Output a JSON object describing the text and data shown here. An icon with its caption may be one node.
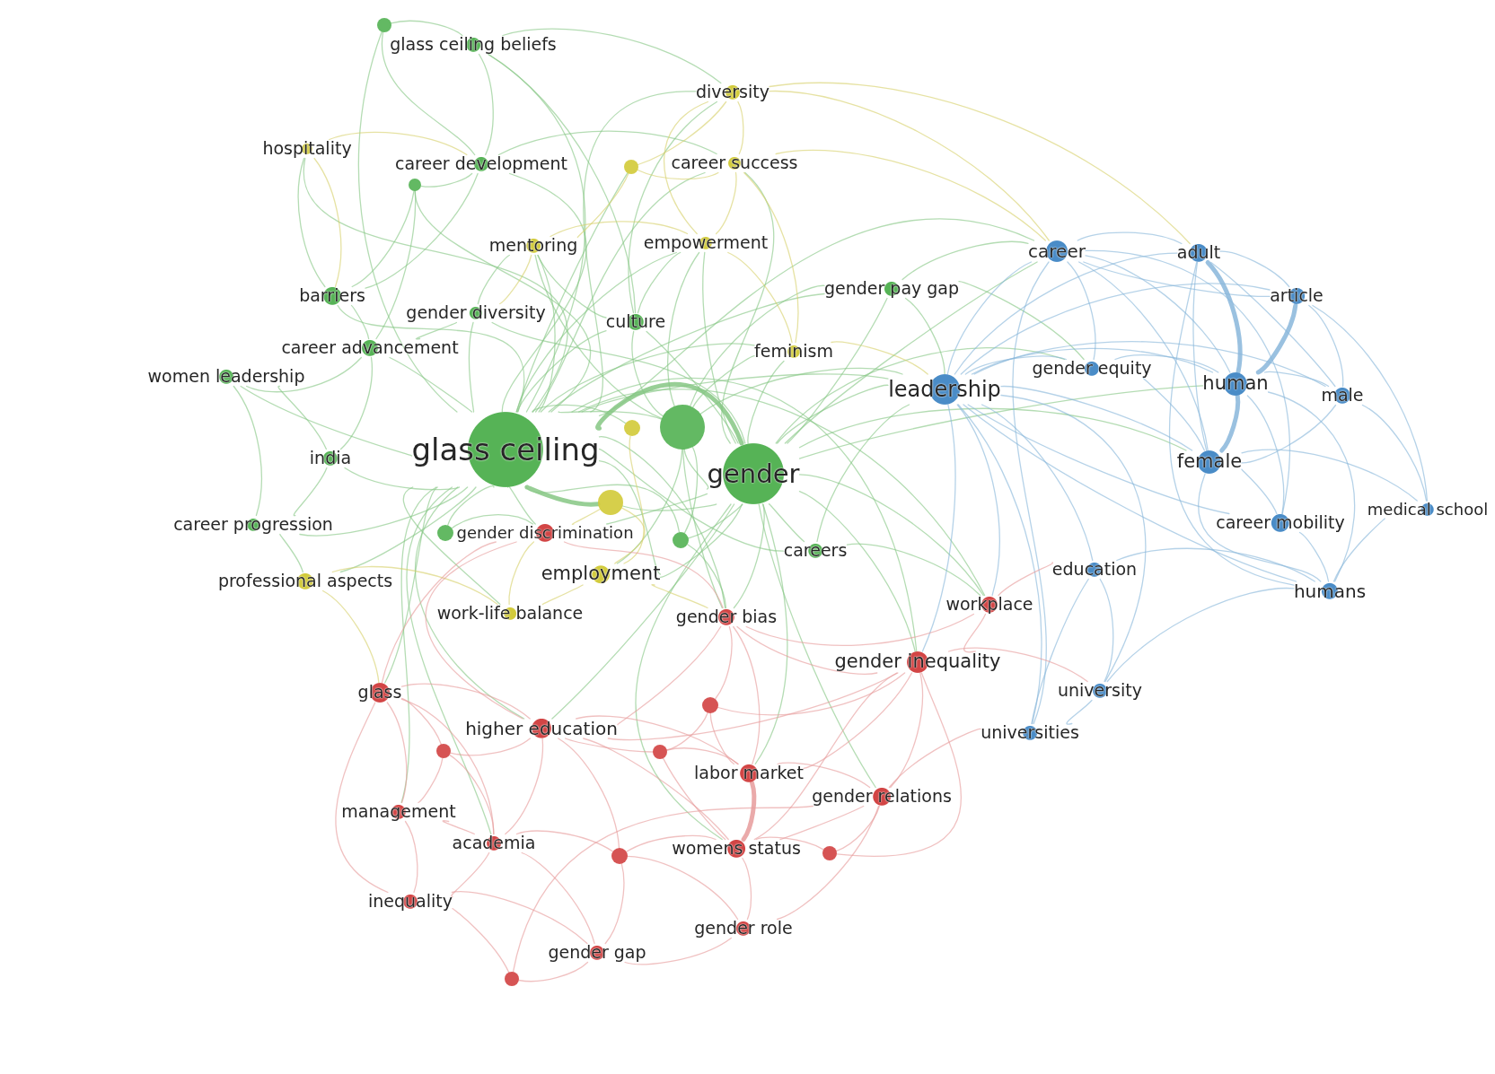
{
  "diagram": {
    "nodes": [
      {
        "text": [],
        "shape": "circle"
      },
      {
        "text": [
          "glass ceiling beliefs"
        ]
      },
      {
        "text": [
          "diversity"
        ]
      },
      {
        "text": [
          "hospitality"
        ]
      },
      {
        "text": [
          "career development"
        ]
      },
      {
        "text": [],
        "shape": "circle"
      },
      {
        "text": [
          "career success"
        ]
      },
      {
        "text": [],
        "shape": "circle"
      },
      {
        "text": [
          "mentoring"
        ]
      },
      {
        "text": [
          "empowerment"
        ]
      },
      {
        "text": [
          "career"
        ]
      },
      {
        "text": [
          "adult"
        ]
      },
      {
        "text": [
          "gender pay gap"
        ]
      },
      {
        "text": [
          "barriers"
        ]
      },
      {
        "text": [
          "article"
        ]
      },
      {
        "text": [
          "gender diversity"
        ]
      },
      {
        "text": [
          "culture"
        ]
      },
      {
        "text": [
          "career advancement"
        ]
      },
      {
        "text": [
          "feminism"
        ]
      },
      {
        "text": [
          "gender equity"
        ]
      },
      {
        "text": [
          "women leadership"
        ]
      },
      {
        "text": [
          "leadership"
        ]
      },
      {
        "text": [
          "human"
        ]
      },
      {
        "text": [
          "male"
        ]
      },
      {
        "text": [],
        "shape": "circle"
      },
      {
        "text": [],
        "shape": "circle"
      },
      {
        "text": [
          "glass ceiling"
        ]
      },
      {
        "text": [
          "india"
        ]
      },
      {
        "text": [
          "female"
        ]
      },
      {
        "text": [
          "gender"
        ]
      },
      {
        "text": [],
        "shape": "circle"
      },
      {
        "text": [
          "medical school"
        ]
      },
      {
        "text": [
          "career progression"
        ]
      },
      {
        "text": [
          "career mobility"
        ]
      },
      {
        "text": [],
        "shape": "circle"
      },
      {
        "text": [
          "gender discrimination"
        ]
      },
      {
        "text": [],
        "shape": "circle"
      },
      {
        "text": [
          "careers"
        ]
      },
      {
        "text": [
          "employment"
        ]
      },
      {
        "text": [
          "education"
        ]
      },
      {
        "text": [
          "professional aspects"
        ]
      },
      {
        "text": [
          "humans"
        ]
      },
      {
        "text": [
          "workplace"
        ]
      },
      {
        "text": [
          "work-life balance"
        ]
      },
      {
        "text": [
          "gender bias"
        ]
      },
      {
        "text": [
          "gender inequality"
        ]
      },
      {
        "text": [
          "glass"
        ]
      },
      {
        "text": [],
        "shape": "circle"
      },
      {
        "text": [
          "university"
        ]
      },
      {
        "text": [
          "higher education"
        ]
      },
      {
        "text": [
          "universities"
        ]
      },
      {
        "text": [],
        "shape": "circle"
      },
      {
        "text": [],
        "shape": "circle"
      },
      {
        "text": [
          "labor market"
        ]
      },
      {
        "text": [
          "gender relations"
        ]
      },
      {
        "text": [
          "management"
        ]
      },
      {
        "text": [
          "academia"
        ]
      },
      {
        "text": [],
        "shape": "circle"
      },
      {
        "text": [
          "womens status"
        ]
      },
      {
        "text": [],
        "shape": "circle"
      },
      {
        "text": [
          "inequality"
        ]
      },
      {
        "text": [
          "gender role"
        ]
      },
      {
        "text": [
          "gender gap"
        ]
      },
      {
        "text": [],
        "shape": "circle"
      }
    ],
    "edges": [
      {
        "from": 26,
        "to": 1,
        "arrow": "none"
      },
      {
        "from": 26,
        "to": 4,
        "arrow": "none"
      },
      {
        "from": 26,
        "to": 7,
        "arrow": "none"
      },
      {
        "from": 26,
        "to": 13,
        "arrow": "none"
      },
      {
        "from": 26,
        "to": 15,
        "arrow": "none"
      },
      {
        "from": 26,
        "to": 16,
        "arrow": "none"
      },
      {
        "from": 26,
        "to": 17,
        "arrow": "none"
      },
      {
        "from": 26,
        "to": 20,
        "arrow": "none"
      },
      {
        "from": 26,
        "to": 27,
        "arrow": "none"
      },
      {
        "from": 26,
        "to": 32,
        "arrow": "none"
      },
      {
        "from": 26,
        "to": 34,
        "arrow": "none"
      },
      {
        "from": 26,
        "to": 12,
        "arrow": "none"
      },
      {
        "from": 26,
        "to": 25,
        "arrow": "none"
      },
      {
        "from": 26,
        "to": 29,
        "arrow": "none",
        "style": "thick"
      },
      {
        "from": 26,
        "to": 0,
        "arrow": "none"
      },
      {
        "from": 26,
        "to": 37,
        "arrow": "none"
      },
      {
        "from": 26,
        "to": 36,
        "arrow": "none"
      },
      {
        "from": 26,
        "to": 2,
        "arrow": "none"
      },
      {
        "from": 26,
        "to": 3,
        "arrow": "none"
      },
      {
        "from": 26,
        "to": 5,
        "arrow": "none"
      },
      {
        "from": 26,
        "to": 6,
        "arrow": "none"
      },
      {
        "from": 26,
        "to": 8,
        "arrow": "none"
      },
      {
        "from": 26,
        "to": 9,
        "arrow": "none"
      },
      {
        "from": 26,
        "to": 18,
        "arrow": "none"
      },
      {
        "from": 26,
        "to": 24,
        "arrow": "none"
      },
      {
        "from": 26,
        "to": 30,
        "arrow": "none",
        "style": "thick"
      },
      {
        "from": 26,
        "to": 38,
        "arrow": "none"
      },
      {
        "from": 26,
        "to": 40,
        "arrow": "none"
      },
      {
        "from": 26,
        "to": 43,
        "arrow": "none"
      },
      {
        "from": 26,
        "to": 35,
        "arrow": "none"
      },
      {
        "from": 26,
        "to": 44,
        "arrow": "none"
      },
      {
        "from": 26,
        "to": 46,
        "arrow": "none"
      },
      {
        "from": 26,
        "to": 49,
        "arrow": "none"
      },
      {
        "from": 26,
        "to": 42,
        "arrow": "none"
      },
      {
        "from": 26,
        "to": 45,
        "arrow": "none"
      },
      {
        "from": 26,
        "to": 55,
        "arrow": "none"
      },
      {
        "from": 26,
        "to": 56,
        "arrow": "none"
      },
      {
        "from": 26,
        "to": 21,
        "arrow": "none"
      },
      {
        "from": 26,
        "to": 10,
        "arrow": "none"
      },
      {
        "from": 29,
        "to": 25,
        "arrow": "none"
      },
      {
        "from": 29,
        "to": 16,
        "arrow": "none"
      },
      {
        "from": 29,
        "to": 12,
        "arrow": "none"
      },
      {
        "from": 29,
        "to": 37,
        "arrow": "none"
      },
      {
        "from": 29,
        "to": 36,
        "arrow": "none"
      },
      {
        "from": 29,
        "to": 15,
        "arrow": "none"
      },
      {
        "from": 29,
        "to": 21,
        "arrow": "none"
      },
      {
        "from": 29,
        "to": 10,
        "arrow": "none"
      },
      {
        "from": 29,
        "to": 22,
        "arrow": "none"
      },
      {
        "from": 29,
        "to": 28,
        "arrow": "none"
      },
      {
        "from": 29,
        "to": 19,
        "arrow": "none"
      },
      {
        "from": 29,
        "to": 42,
        "arrow": "none"
      },
      {
        "from": 29,
        "to": 45,
        "arrow": "none"
      },
      {
        "from": 29,
        "to": 44,
        "arrow": "none"
      },
      {
        "from": 29,
        "to": 35,
        "arrow": "none"
      },
      {
        "from": 29,
        "to": 53,
        "arrow": "none"
      },
      {
        "from": 29,
        "to": 58,
        "arrow": "none"
      },
      {
        "from": 29,
        "to": 54,
        "arrow": "none"
      },
      {
        "from": 29,
        "to": 49,
        "arrow": "none"
      },
      {
        "from": 29,
        "to": 38,
        "arrow": "none"
      },
      {
        "from": 29,
        "to": 30,
        "arrow": "none"
      },
      {
        "from": 29,
        "to": 9,
        "arrow": "none"
      },
      {
        "from": 29,
        "to": 18,
        "arrow": "none"
      },
      {
        "from": 29,
        "to": 6,
        "arrow": "none"
      },
      {
        "from": 25,
        "to": 16,
        "arrow": "none"
      },
      {
        "from": 25,
        "to": 21,
        "arrow": "none"
      },
      {
        "from": 25,
        "to": 8,
        "arrow": "none"
      },
      {
        "from": 25,
        "to": 9,
        "arrow": "none"
      },
      {
        "from": 25,
        "to": 18,
        "arrow": "none"
      },
      {
        "from": 25,
        "to": 38,
        "arrow": "none"
      },
      {
        "from": 25,
        "to": 44,
        "arrow": "none"
      },
      {
        "from": 25,
        "to": 36,
        "arrow": "none"
      },
      {
        "from": 25,
        "to": 12,
        "arrow": "none"
      },
      {
        "from": 0,
        "to": 1,
        "arrow": "none"
      },
      {
        "from": 0,
        "to": 4,
        "arrow": "none"
      },
      {
        "from": 1,
        "to": 4,
        "arrow": "none"
      },
      {
        "from": 1,
        "to": 16,
        "arrow": "none"
      },
      {
        "from": 4,
        "to": 7,
        "arrow": "none"
      },
      {
        "from": 4,
        "to": 13,
        "arrow": "none"
      },
      {
        "from": 7,
        "to": 13,
        "arrow": "none"
      },
      {
        "from": 7,
        "to": 17,
        "arrow": "none"
      },
      {
        "from": 13,
        "to": 17,
        "arrow": "none"
      },
      {
        "from": 17,
        "to": 27,
        "arrow": "none"
      },
      {
        "from": 17,
        "to": 20,
        "arrow": "none"
      },
      {
        "from": 20,
        "to": 27,
        "arrow": "none"
      },
      {
        "from": 27,
        "to": 32,
        "arrow": "none"
      },
      {
        "from": 20,
        "to": 32,
        "arrow": "none"
      },
      {
        "from": 32,
        "to": 40,
        "arrow": "none"
      },
      {
        "from": 13,
        "to": 3,
        "arrow": "none"
      },
      {
        "from": 16,
        "to": 8,
        "arrow": "none"
      },
      {
        "from": 16,
        "to": 9,
        "arrow": "none"
      },
      {
        "from": 12,
        "to": 21,
        "arrow": "none"
      },
      {
        "from": 12,
        "to": 10,
        "arrow": "none"
      },
      {
        "from": 12,
        "to": 19,
        "arrow": "none"
      },
      {
        "from": 37,
        "to": 21,
        "arrow": "none"
      },
      {
        "from": 37,
        "to": 42,
        "arrow": "none"
      },
      {
        "from": 34,
        "to": 35,
        "arrow": "none"
      },
      {
        "from": 36,
        "to": 44,
        "arrow": "none"
      },
      {
        "from": 15,
        "to": 8,
        "arrow": "none"
      },
      {
        "from": 15,
        "to": 17,
        "arrow": "none"
      },
      {
        "from": 16,
        "to": 2,
        "arrow": "none"
      },
      {
        "from": 1,
        "to": 2,
        "arrow": "none"
      },
      {
        "from": 4,
        "to": 6,
        "arrow": "none"
      },
      {
        "from": 2,
        "to": 6,
        "arrow": "none",
        "color": "#d6d16a"
      },
      {
        "from": 2,
        "to": 5,
        "arrow": "none",
        "color": "#d6d16a"
      },
      {
        "from": 2,
        "to": 9,
        "arrow": "none",
        "color": "#d6d16a"
      },
      {
        "from": 2,
        "to": 10,
        "arrow": "none",
        "color": "#d6d16a"
      },
      {
        "from": 2,
        "to": 11,
        "arrow": "none",
        "color": "#d6d16a"
      },
      {
        "from": 6,
        "to": 5,
        "arrow": "none",
        "color": "#d6d16a"
      },
      {
        "from": 6,
        "to": 9,
        "arrow": "none",
        "color": "#d6d16a"
      },
      {
        "from": 6,
        "to": 18,
        "arrow": "none",
        "color": "#d6d16a"
      },
      {
        "from": 5,
        "to": 8,
        "arrow": "none",
        "color": "#d6d16a"
      },
      {
        "from": 8,
        "to": 9,
        "arrow": "none",
        "color": "#d6d16a"
      },
      {
        "from": 3,
        "to": 13,
        "arrow": "none",
        "color": "#d6d16a"
      },
      {
        "from": 3,
        "to": 4,
        "arrow": "none",
        "color": "#d6d16a"
      },
      {
        "from": 9,
        "to": 18,
        "arrow": "none",
        "color": "#d6d16a"
      },
      {
        "from": 18,
        "to": 21,
        "arrow": "none",
        "color": "#d6d16a"
      },
      {
        "from": 38,
        "to": 30,
        "arrow": "none",
        "color": "#d6d16a"
      },
      {
        "from": 38,
        "to": 43,
        "arrow": "none",
        "color": "#d6d16a"
      },
      {
        "from": 38,
        "to": 24,
        "arrow": "none",
        "color": "#d6d16a"
      },
      {
        "from": 40,
        "to": 43,
        "arrow": "none",
        "color": "#d6d16a"
      },
      {
        "from": 40,
        "to": 46,
        "arrow": "none",
        "color": "#d6d16a"
      },
      {
        "from": 43,
        "to": 35,
        "arrow": "none",
        "color": "#d6d16a"
      },
      {
        "from": 38,
        "to": 44,
        "arrow": "none",
        "color": "#d6d16a"
      },
      {
        "from": 30,
        "to": 35,
        "arrow": "none",
        "color": "#d6d16a"
      },
      {
        "from": 8,
        "to": 15,
        "arrow": "none",
        "color": "#d6d16a"
      },
      {
        "from": 6,
        "to": 10,
        "arrow": "none",
        "color": "#d6d16a"
      },
      {
        "from": 21,
        "to": 10,
        "arrow": "none",
        "color": "#88b6da"
      },
      {
        "from": 21,
        "to": 11,
        "arrow": "none",
        "color": "#88b6da"
      },
      {
        "from": 21,
        "to": 14,
        "arrow": "none",
        "color": "#88b6da"
      },
      {
        "from": 21,
        "to": 19,
        "arrow": "none",
        "color": "#88b6da"
      },
      {
        "from": 21,
        "to": 22,
        "arrow": "none",
        "color": "#88b6da"
      },
      {
        "from": 21,
        "to": 23,
        "arrow": "none",
        "color": "#88b6da"
      },
      {
        "from": 21,
        "to": 28,
        "arrow": "none",
        "color": "#88b6da"
      },
      {
        "from": 21,
        "to": 33,
        "arrow": "none",
        "color": "#88b6da"
      },
      {
        "from": 21,
        "to": 39,
        "arrow": "none",
        "color": "#88b6da"
      },
      {
        "from": 21,
        "to": 41,
        "arrow": "none",
        "color": "#88b6da"
      },
      {
        "from": 21,
        "to": 48,
        "arrow": "none",
        "color": "#88b6da"
      },
      {
        "from": 21,
        "to": 50,
        "arrow": "none",
        "color": "#88b6da"
      },
      {
        "from": 21,
        "to": 45,
        "arrow": "none",
        "color": "#88b6da"
      },
      {
        "from": 10,
        "to": 11,
        "arrow": "none",
        "color": "#88b6da"
      },
      {
        "from": 10,
        "to": 14,
        "arrow": "none",
        "color": "#88b6da"
      },
      {
        "from": 10,
        "to": 19,
        "arrow": "none",
        "color": "#88b6da"
      },
      {
        "from": 10,
        "to": 22,
        "arrow": "none",
        "color": "#88b6da"
      },
      {
        "from": 10,
        "to": 28,
        "arrow": "none",
        "color": "#88b6da"
      },
      {
        "from": 10,
        "to": 33,
        "arrow": "none",
        "color": "#88b6da"
      },
      {
        "from": 11,
        "to": 14,
        "arrow": "none",
        "color": "#88b6da"
      },
      {
        "from": 11,
        "to": 22,
        "arrow": "none",
        "color": "#88b6da",
        "style": "thick"
      },
      {
        "from": 11,
        "to": 23,
        "arrow": "none",
        "color": "#88b6da"
      },
      {
        "from": 11,
        "to": 28,
        "arrow": "none",
        "color": "#88b6da"
      },
      {
        "from": 14,
        "to": 22,
        "arrow": "none",
        "color": "#88b6da",
        "style": "thick"
      },
      {
        "from": 14,
        "to": 23,
        "arrow": "none",
        "color": "#88b6da"
      },
      {
        "from": 14,
        "to": 31,
        "arrow": "none",
        "color": "#88b6da"
      },
      {
        "from": 22,
        "to": 23,
        "arrow": "none",
        "color": "#88b6da"
      },
      {
        "from": 22,
        "to": 28,
        "arrow": "none",
        "color": "#88b6da",
        "style": "thick"
      },
      {
        "from": 22,
        "to": 33,
        "arrow": "none",
        "color": "#88b6da"
      },
      {
        "from": 22,
        "to": 41,
        "arrow": "none",
        "color": "#88b6da"
      },
      {
        "from": 23,
        "to": 28,
        "arrow": "none",
        "color": "#88b6da"
      },
      {
        "from": 23,
        "to": 31,
        "arrow": "none",
        "color": "#88b6da"
      },
      {
        "from": 28,
        "to": 33,
        "arrow": "none",
        "color": "#88b6da"
      },
      {
        "from": 28,
        "to": 41,
        "arrow": "none",
        "color": "#88b6da"
      },
      {
        "from": 28,
        "to": 31,
        "arrow": "none",
        "color": "#88b6da"
      },
      {
        "from": 33,
        "to": 41,
        "arrow": "none",
        "color": "#88b6da"
      },
      {
        "from": 41,
        "to": 31,
        "arrow": "none",
        "color": "#88b6da"
      },
      {
        "from": 19,
        "to": 22,
        "arrow": "none",
        "color": "#88b6da"
      },
      {
        "from": 19,
        "to": 28,
        "arrow": "none",
        "color": "#88b6da"
      },
      {
        "from": 39,
        "to": 48,
        "arrow": "none",
        "color": "#88b6da"
      },
      {
        "from": 39,
        "to": 50,
        "arrow": "none",
        "color": "#88b6da"
      },
      {
        "from": 48,
        "to": 50,
        "arrow": "none",
        "color": "#88b6da"
      },
      {
        "from": 39,
        "to": 41,
        "arrow": "none",
        "color": "#88b6da"
      },
      {
        "from": 48,
        "to": 41,
        "arrow": "none",
        "color": "#88b6da"
      },
      {
        "from": 10,
        "to": 50,
        "arrow": "none",
        "color": "#88b6da"
      },
      {
        "from": 11,
        "to": 41,
        "arrow": "none",
        "color": "#88b6da"
      },
      {
        "from": 21,
        "to": 42,
        "arrow": "none",
        "color": "#88b6da"
      },
      {
        "from": 35,
        "to": 44,
        "arrow": "none",
        "color": "#e69b9b"
      },
      {
        "from": 35,
        "to": 49,
        "arrow": "none",
        "color": "#e69b9b"
      },
      {
        "from": 35,
        "to": 46,
        "arrow": "none",
        "color": "#e69b9b"
      },
      {
        "from": 42,
        "to": 45,
        "arrow": "none",
        "color": "#e69b9b"
      },
      {
        "from": 42,
        "to": 44,
        "arrow": "none",
        "color": "#e69b9b"
      },
      {
        "from": 42,
        "to": 39,
        "arrow": "none",
        "color": "#e69b9b"
      },
      {
        "from": 45,
        "to": 44,
        "arrow": "none",
        "color": "#e69b9b"
      },
      {
        "from": 45,
        "to": 54,
        "arrow": "none",
        "color": "#e69b9b"
      },
      {
        "from": 45,
        "to": 53,
        "arrow": "none",
        "color": "#e69b9b"
      },
      {
        "from": 45,
        "to": 58,
        "arrow": "none",
        "color": "#e69b9b"
      },
      {
        "from": 45,
        "to": 47,
        "arrow": "none",
        "color": "#e69b9b"
      },
      {
        "from": 45,
        "to": 59,
        "arrow": "none",
        "color": "#e69b9b"
      },
      {
        "from": 45,
        "to": 49,
        "arrow": "none",
        "color": "#e69b9b"
      },
      {
        "from": 44,
        "to": 47,
        "arrow": "none",
        "color": "#e69b9b"
      },
      {
        "from": 44,
        "to": 53,
        "arrow": "none",
        "color": "#e69b9b"
      },
      {
        "from": 44,
        "to": 49,
        "arrow": "none",
        "color": "#e69b9b"
      },
      {
        "from": 46,
        "to": 49,
        "arrow": "none",
        "color": "#e69b9b"
      },
      {
        "from": 46,
        "to": 55,
        "arrow": "none",
        "color": "#e69b9b"
      },
      {
        "from": 46,
        "to": 51,
        "arrow": "none",
        "color": "#e69b9b"
      },
      {
        "from": 46,
        "to": 60,
        "arrow": "none",
        "color": "#e69b9b"
      },
      {
        "from": 46,
        "to": 56,
        "arrow": "none",
        "color": "#e69b9b"
      },
      {
        "from": 49,
        "to": 51,
        "arrow": "none",
        "color": "#e69b9b"
      },
      {
        "from": 49,
        "to": 52,
        "arrow": "none",
        "color": "#e69b9b"
      },
      {
        "from": 49,
        "to": 56,
        "arrow": "none",
        "color": "#e69b9b"
      },
      {
        "from": 49,
        "to": 57,
        "arrow": "none",
        "color": "#e69b9b"
      },
      {
        "from": 49,
        "to": 53,
        "arrow": "none",
        "color": "#e69b9b"
      },
      {
        "from": 49,
        "to": 58,
        "arrow": "none",
        "color": "#e69b9b"
      },
      {
        "from": 51,
        "to": 55,
        "arrow": "none",
        "color": "#e69b9b"
      },
      {
        "from": 51,
        "to": 56,
        "arrow": "none",
        "color": "#e69b9b"
      },
      {
        "from": 52,
        "to": 53,
        "arrow": "none",
        "color": "#e69b9b"
      },
      {
        "from": 52,
        "to": 58,
        "arrow": "none",
        "color": "#e69b9b"
      },
      {
        "from": 53,
        "to": 58,
        "arrow": "none",
        "color": "#e69b9b",
        "style": "thick"
      },
      {
        "from": 53,
        "to": 54,
        "arrow": "none",
        "color": "#e69b9b"
      },
      {
        "from": 53,
        "to": 47,
        "arrow": "none",
        "color": "#e69b9b"
      },
      {
        "from": 54,
        "to": 58,
        "arrow": "none",
        "color": "#e69b9b"
      },
      {
        "from": 54,
        "to": 59,
        "arrow": "none",
        "color": "#e69b9b"
      },
      {
        "from": 54,
        "to": 61,
        "arrow": "none",
        "color": "#e69b9b"
      },
      {
        "from": 55,
        "to": 56,
        "arrow": "none",
        "color": "#e69b9b"
      },
      {
        "from": 55,
        "to": 60,
        "arrow": "none",
        "color": "#e69b9b"
      },
      {
        "from": 56,
        "to": 60,
        "arrow": "none",
        "color": "#e69b9b"
      },
      {
        "from": 56,
        "to": 62,
        "arrow": "none",
        "color": "#e69b9b"
      },
      {
        "from": 56,
        "to": 57,
        "arrow": "none",
        "color": "#e69b9b"
      },
      {
        "from": 57,
        "to": 62,
        "arrow": "none",
        "color": "#e69b9b"
      },
      {
        "from": 57,
        "to": 58,
        "arrow": "none",
        "color": "#e69b9b"
      },
      {
        "from": 58,
        "to": 61,
        "arrow": "none",
        "color": "#e69b9b"
      },
      {
        "from": 58,
        "to": 59,
        "arrow": "none",
        "color": "#e69b9b"
      },
      {
        "from": 61,
        "to": 62,
        "arrow": "none",
        "color": "#e69b9b"
      },
      {
        "from": 60,
        "to": 62,
        "arrow": "none",
        "color": "#e69b9b"
      },
      {
        "from": 60,
        "to": 63,
        "arrow": "none",
        "color": "#e69b9b"
      },
      {
        "from": 62,
        "to": 63,
        "arrow": "none",
        "color": "#e69b9b"
      },
      {
        "from": 57,
        "to": 61,
        "arrow": "none",
        "color": "#e69b9b"
      },
      {
        "from": 63,
        "to": 54,
        "arrow": "none",
        "color": "#e69b9b"
      },
      {
        "from": 47,
        "to": 52,
        "arrow": "none",
        "color": "#e69b9b"
      },
      {
        "from": 45,
        "to": 48,
        "arrow": "none",
        "color": "#e69b9b"
      },
      {
        "from": 54,
        "to": 50,
        "arrow": "none",
        "color": "#e69b9b"
      }
    ]
  }
}
